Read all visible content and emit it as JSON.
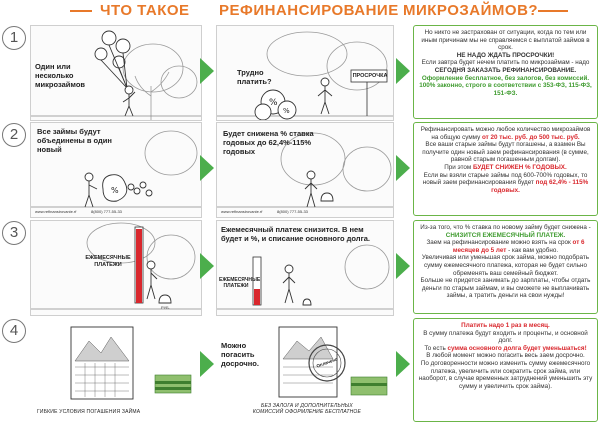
{
  "title": {
    "word1": "ЧТО ТАКОЕ",
    "word2": "РЕФИНАНСИРОВАНИЕ",
    "word3": "МИКРОЗАЙМОВ?"
  },
  "colors": {
    "accent": "#e8792a",
    "green": "#6bb547",
    "red": "#d9272d"
  },
  "steps": [
    {
      "number": "1",
      "left_text": "Один или несколько микрозаймов",
      "right_question": "Трудно платить?",
      "right_sign": "ПРОСРОЧКА",
      "info": {
        "p1": "Но никто не застрахован от ситуации, когда по тем или иным причинам мы не справляемся с выплатой займов в срок.",
        "p2": "НЕ НАДО ЖДАТЬ ПРОСРОЧКИ!",
        "p3": "Если завтра будет нечем платить по микрозаймам - надо",
        "p3b": "СЕГОДНЯ ЗАКАЗАТЬ РЕФИНАНСИРОВАНИЕ.",
        "p4": "Оформление бесплатное, без залогов, без комиссий. 100% законно, строго в соответствии с 353-ФЗ, 115-ФЗ, 151-ФЗ."
      }
    },
    {
      "number": "2",
      "left_text": "Все займы будут объединены в один новый",
      "right_text": "Будет снижена % ставка годовых до 62,4%-115% годовых",
      "sack_label": "%",
      "website": "www.refinansirovanie.rf",
      "phone": "8(800) 777-55-33",
      "info": {
        "p1a": "Рефинансировать можно любое количество микрозаймов на общую сумму",
        "p1b": "от 20 тыс. руб. до 500 тыс. руб.",
        "p2": "Все ваши старые займы будут погашены, а взамен Вы получите один новый заем рефинансирования (в сумме, равной старым погашенным долгам).",
        "p3a": "При этом",
        "p3b": "БУДЕТ СНИЖЕН % ГОДОВЫХ.",
        "p4": "Если вы взяли старые займы под 600-700% годовых, то новый заем рефинансирования будет",
        "p4b": "под 62,4% - 115% годовых."
      }
    },
    {
      "number": "3",
      "left_label": "ЕЖЕМЕСЯЧНЫЕ ПЛАТЕЖИ",
      "right_text": "Ежемесячный платеж снизится. В нем будет и %, и списание основного долга.",
      "right_label": "ЕЖЕМЕСЯЧНЫЕ ПЛАТЕЖИ",
      "currency": "РУБ.",
      "info": {
        "p1": "Из-за того, что % ставка по новому займу будет снижена -",
        "p1b": "СНИЗИТСЯ ЕЖЕМЕСЯЧНЫЙ ПЛАТЕЖ.",
        "p2a": "Заем на рефинансирование можно взять на срок",
        "p2b": "от 6 месяцев до 5 лет",
        "p2c": "- как вам удобно.",
        "p3": "Увеличивая или уменьшая срок займа, можно подобрать сумму ежемесячного платежа, которая не будет сильно обременять ваш семейный бюджет.",
        "p4": "Больше не придется занимать до зарплаты, чтобы отдать деньги по старым займам, и вы сможете не выплачивать займы, а тратить деньги на свои нужды!"
      }
    },
    {
      "number": "4",
      "left_caption": "ГИБКИЕ УСЛОВИЯ ПОГАШЕНИЯ ЗАЙМА",
      "right_text": "Можно погасить досрочно.",
      "stamp_text": "Оплачено",
      "right_caption": "БЕЗ ЗАЛОГА И ДОПОЛНИТЕЛЬНЫХ КОМИССИЙ ОФОРМЛЕНИЕ БЕСПЛАТНОЕ",
      "info": {
        "p1": "Платить надо 1 раз в месяц.",
        "p2": "В сумму платежа будут входить и проценты, и основной долг.",
        "p3a": "То есть",
        "p3b": "сумма основного долга будет уменьшаться!",
        "p4": "В любой момент можно погасить весь заем досрочно.",
        "p5": "По договоренности можно изменить сумму ежемесячного платежа, увеличить или сократить срок займа, или наоборот, в случае временных затруднений уменьшить эту сумму и увеличить срок займа)."
      }
    }
  ]
}
